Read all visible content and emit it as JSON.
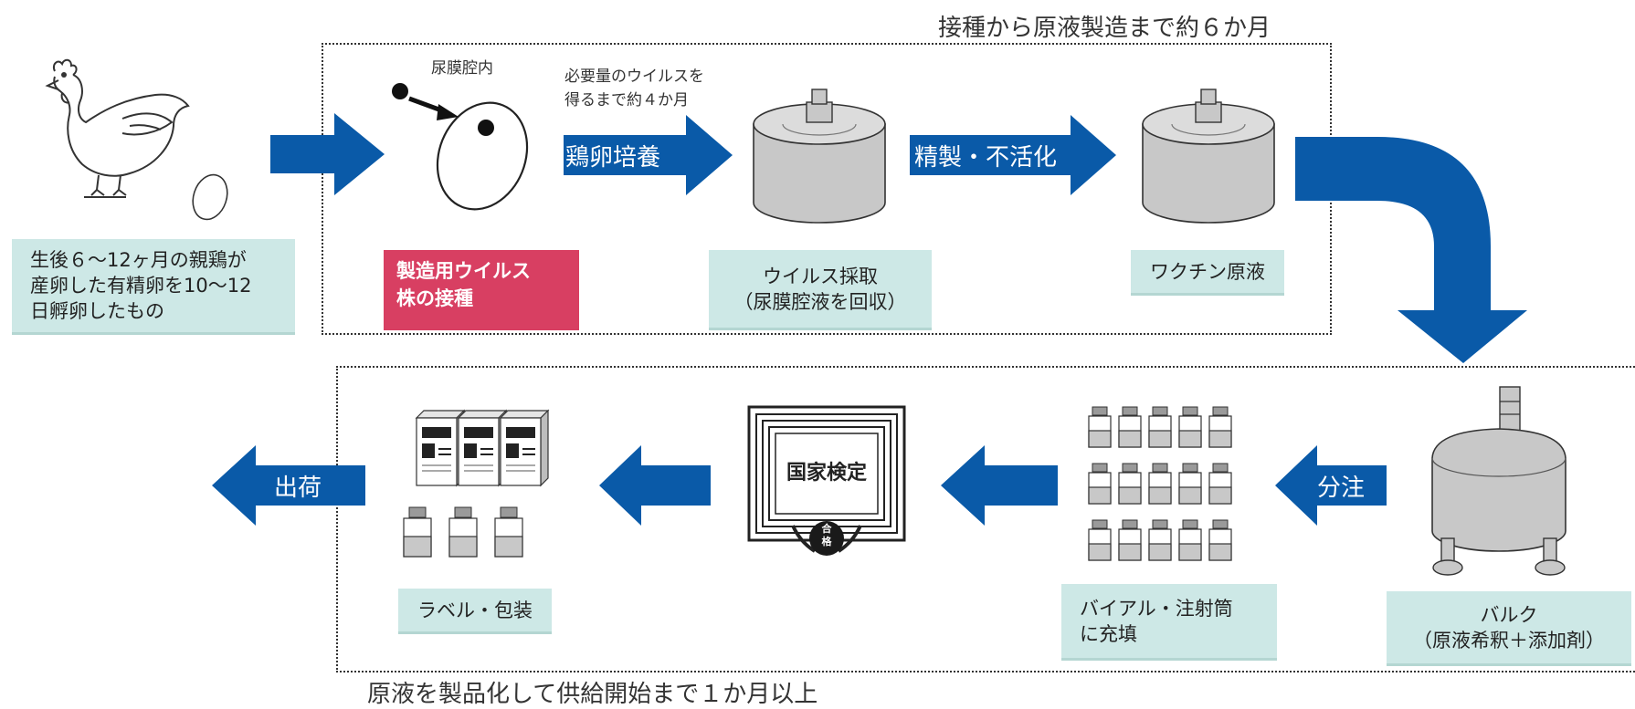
{
  "notes": {
    "top_period": "接種から原液製造まで約６か月",
    "bottom_period": "原液を製品化して供給開始まで１か月以上",
    "allantoic": "尿膜腔内",
    "virus_time_line1": "必要量のウイルスを",
    "virus_time_line2": "得るまで約４か月"
  },
  "arrows": {
    "culture": "鶏卵培養",
    "purify": "精製・不活化",
    "dispense": "分注",
    "ship": "出荷"
  },
  "boxes": {
    "parent_egg": [
      "生後６〜12ヶ月の親鶏が",
      "産卵した有精卵を10〜12",
      "日孵卵したもの"
    ],
    "inoculation": [
      "製造用ウイルス",
      "株の接種"
    ],
    "harvest": [
      "ウイルス採取",
      "（尿膜腔液を回収）"
    ],
    "vaccine_stock": "ワクチン原液",
    "bulk": [
      "バルク",
      "（原液希釈＋添加剤）"
    ],
    "fill": [
      "バイアル・注射筒",
      "に充填"
    ],
    "label_pack": "ラベル・包装"
  },
  "certificate": {
    "title": "国家検定",
    "seal_top": "合",
    "seal_bottom": "格"
  },
  "colors": {
    "arrow_blue": "#0a5aa8",
    "teal_box": "#cde8e6",
    "pink_box": "#d83f62",
    "tank_gray": "#c8c8c8"
  }
}
